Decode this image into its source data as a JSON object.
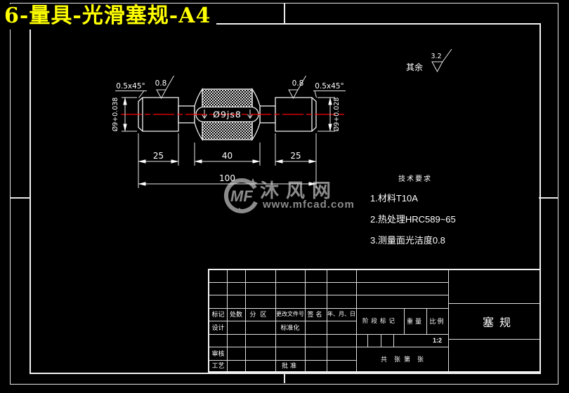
{
  "page": {
    "title": "6-量具-光滑塞规-A4"
  },
  "colors": {
    "background": "#000000",
    "title": "#ffff00",
    "line": "#ffffff",
    "centerline": "#ff0000",
    "watermark": "#8c8c8c"
  },
  "annotations": {
    "chamfer_left": "0.5x45°",
    "chamfer_right": "0.5x45°",
    "roughness_left": "0.8",
    "roughness_right": "0.8",
    "surface_default_label": "其余",
    "surface_default_value": "3.2",
    "center_label": "Ø9js8"
  },
  "dimensions": {
    "left_length": "25",
    "middle_length": "40",
    "right_length": "25",
    "total_length": "100",
    "left_diameter": "Ø9+0.038",
    "right_diameter": "Ø9+0.028"
  },
  "tech_requirements": {
    "heading": "技术要求",
    "item1": "1.材料T10A",
    "item2": "2.热处理HRC589~65",
    "item3": "3.测量面光洁度0.8"
  },
  "watermark": {
    "logo_text": "MF",
    "site_name": "沐风网",
    "site_url": "www.mfcad.com"
  },
  "title_block": {
    "col_mark": "标记",
    "col_count": "处数",
    "col_zone": "分区",
    "col_doc_no": "更改文件号",
    "col_sign": "签名",
    "col_date": "年、月、日",
    "row_design": "设计",
    "row_check": "审核",
    "row_process": "工艺",
    "standardization": "标准化",
    "approval": "批准",
    "stage_mark": "阶段标记",
    "weight": "重量",
    "scale": "比例",
    "scale_value": "1:2",
    "sheet_info": "共    张  第    张",
    "part_name": "塞规"
  }
}
